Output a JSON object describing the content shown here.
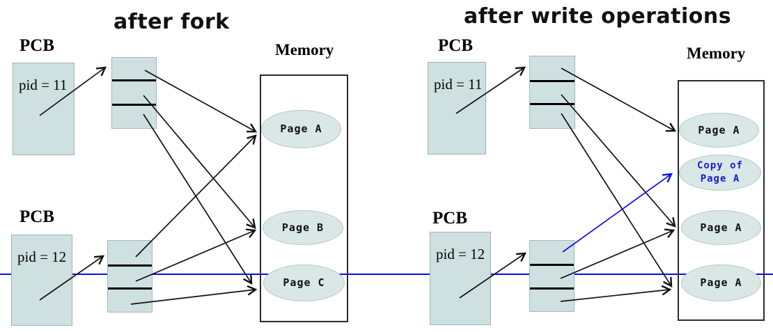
{
  "left": {
    "title": "after fork",
    "pcb_top": {
      "label": "PCB",
      "pid": "pid = 11"
    },
    "pcb_bottom": {
      "label": "PCB",
      "pid": "pid = 12"
    },
    "memory_label": "Memory",
    "pages": [
      {
        "line1": "Page A"
      },
      {
        "line1": "Page B"
      },
      {
        "line1": "Page C"
      }
    ]
  },
  "right": {
    "title": "after write operations",
    "pcb_top": {
      "label": "PCB",
      "pid": "pid = 11"
    },
    "pcb_bottom": {
      "label": "PCB",
      "pid": "pid = 12"
    },
    "memory_label": "Memory",
    "pages": [
      {
        "line1": "Page A"
      },
      {
        "line1": "Copy of",
        "line2": "Page A"
      },
      {
        "line1": "Page A"
      },
      {
        "line1": "Page A"
      }
    ]
  },
  "colors": {
    "box_fill": "#cfe0e0",
    "ellipse_fill": "#d9e8e6",
    "accent_blue": "#0b0bee",
    "copy_text_blue": "#1a1ad0",
    "line_black": "#111111"
  }
}
